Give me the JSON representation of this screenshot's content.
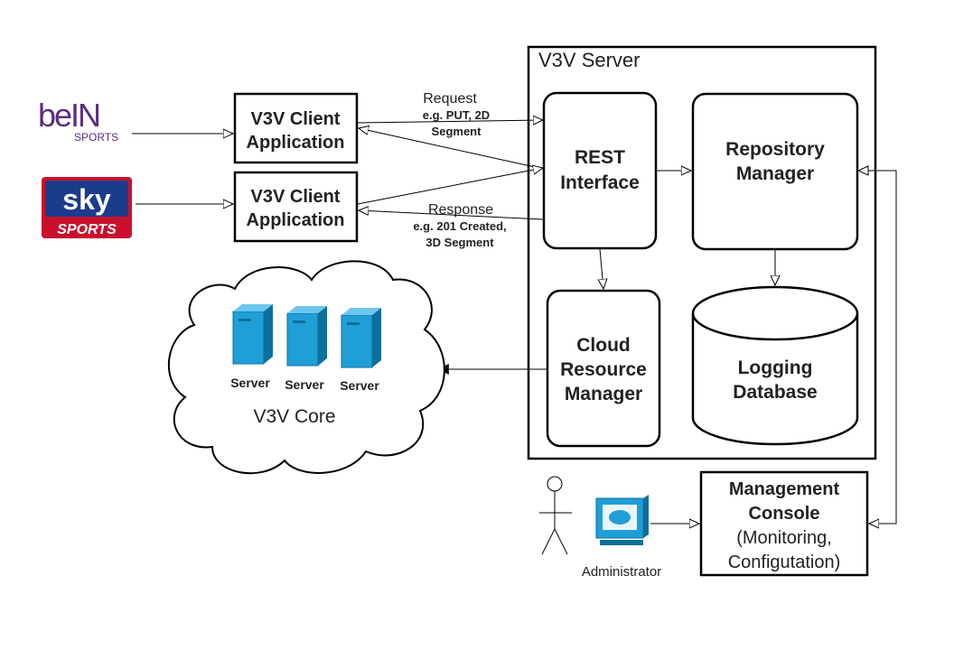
{
  "logos": {
    "bein": {
      "main": "beIN",
      "sub": "SPORTS"
    },
    "sky": {
      "main": "sky",
      "sub": "SPORTS"
    }
  },
  "clients": [
    {
      "line1": "V3V Client",
      "line2": "Application"
    },
    {
      "line1": "V3V Client",
      "line2": "Application"
    }
  ],
  "request": {
    "title": "Request",
    "line1": "e.g. PUT, 2D",
    "line2": "Segment"
  },
  "response": {
    "title": "Response",
    "line1": "e.g. 201 Created,",
    "line2": "3D Segment"
  },
  "server": {
    "title": "V3V Server",
    "rest": {
      "line1": "REST",
      "line2": "Interface"
    },
    "repository": {
      "line1": "Repository",
      "line2": "Manager"
    },
    "cloud": {
      "line1": "Cloud",
      "line2": "Resource",
      "line3": "Manager"
    },
    "database": {
      "line1": "Logging",
      "line2": "Database"
    }
  },
  "core": {
    "title": "V3V Core",
    "servers": [
      "Server",
      "Server",
      "Server"
    ]
  },
  "management": {
    "line1": "Management",
    "line2": "Console",
    "line3": "(Monitoring,",
    "line4": "Configutation)"
  },
  "administrator": "Administrator",
  "colors": {
    "line": "#000000",
    "server_blue": "#1f9fd6",
    "server_dark": "#0c6f9c",
    "bein_purple": "#5a2d82",
    "sky_red": "#c8102e",
    "sky_blue": "#1a3c8c"
  },
  "icons": [
    "server-icon",
    "computer-icon",
    "person-icon"
  ]
}
